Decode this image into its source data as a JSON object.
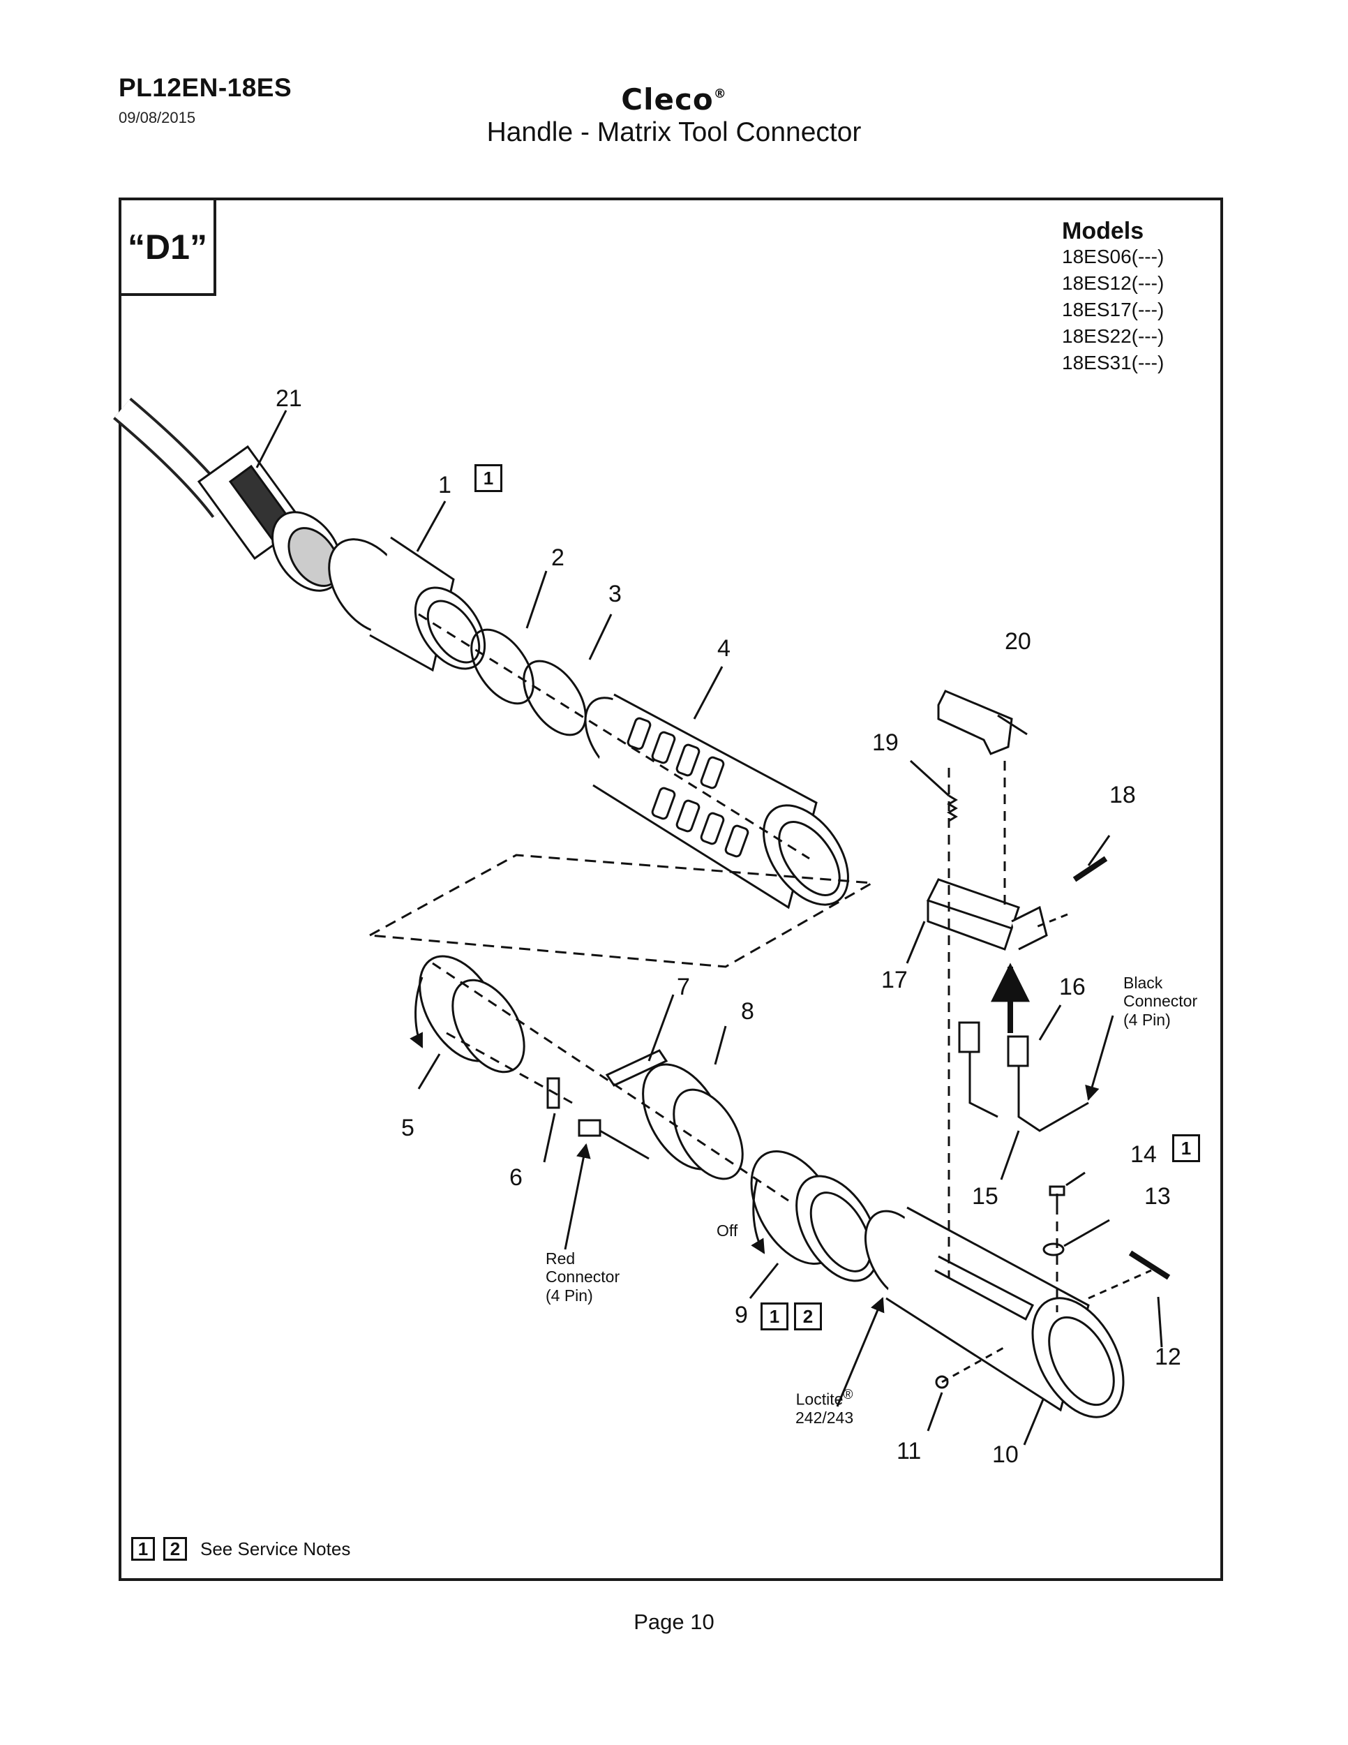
{
  "header": {
    "doc_id": "PL12EN-18ES",
    "date": "09/08/2015",
    "brand": "Cleco",
    "brand_mark": "®",
    "subtitle": "Handle - Matrix Tool Connector"
  },
  "diagram": {
    "label": "“D1”",
    "models_title": "Models",
    "models": [
      "18ES06(---)",
      "18ES12(---)",
      "18ES17(---)",
      "18ES22(---)",
      "18ES31(---)"
    ],
    "callouts": [
      "1",
      "2",
      "3",
      "4",
      "5",
      "6",
      "7",
      "8",
      "9",
      "10",
      "11",
      "12",
      "13",
      "14",
      "15",
      "16",
      "17",
      "18",
      "19",
      "20",
      "21"
    ],
    "notes": {
      "black_connector": [
        "Black",
        "Connector",
        "(4 Pin)"
      ],
      "red_connector": [
        "Red",
        "Connector",
        "(4 Pin)"
      ],
      "off": "Off",
      "loctite": "Loctite",
      "loctite_mark": "®",
      "loctite_grade": "242/243"
    },
    "service_boxes": {
      "part1": [
        "1"
      ],
      "part9": [
        "1",
        "2"
      ],
      "part14": [
        "1"
      ]
    },
    "legend": {
      "boxes": [
        "1",
        "2"
      ],
      "text": "See Service Notes"
    }
  },
  "footer": {
    "page": "Page 10"
  }
}
